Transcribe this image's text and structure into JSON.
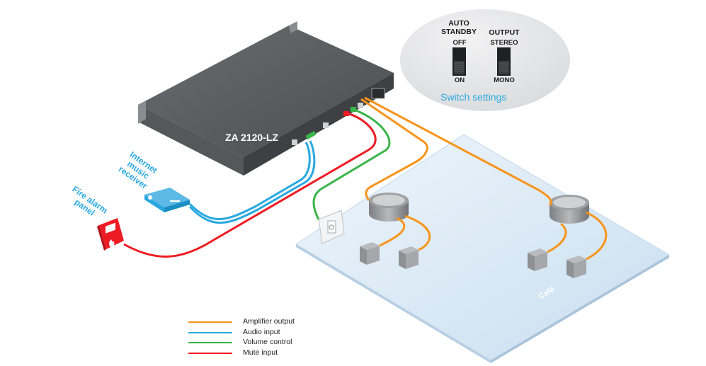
{
  "device": {
    "label": "ZA 2120-LZ"
  },
  "sources": {
    "internet_music_receiver": {
      "label": [
        "Internet",
        "music",
        "receiver"
      ]
    },
    "fire_alarm_panel": {
      "label": [
        "Fire alarm",
        "panel"
      ]
    }
  },
  "switch_settings": {
    "caption": "Switch settings",
    "auto_standby": {
      "title_line1": "AUTO",
      "title_line2": "STANDBY",
      "top": "OFF",
      "bottom": "ON"
    },
    "output": {
      "title": "OUTPUT",
      "top": "STEREO",
      "bottom": "MONO"
    }
  },
  "zone": {
    "label": "Café"
  },
  "legend": [
    {
      "label": "Amplifier output",
      "color": "#f7941d"
    },
    {
      "label": "Audio input",
      "color": "#29a8e0"
    },
    {
      "label": "Volume control",
      "color": "#39b54a"
    },
    {
      "label": "Mute input",
      "color": "#ed1c24"
    }
  ],
  "colors": {
    "amplifier_output": "#f7941d",
    "audio_input": "#29a8e0",
    "volume_control": "#39b54a",
    "mute_input": "#ed1c24",
    "device_body": "#5a5c5f",
    "floor": "#dbe9f4",
    "switch_bubble": "#e6e7e8"
  }
}
